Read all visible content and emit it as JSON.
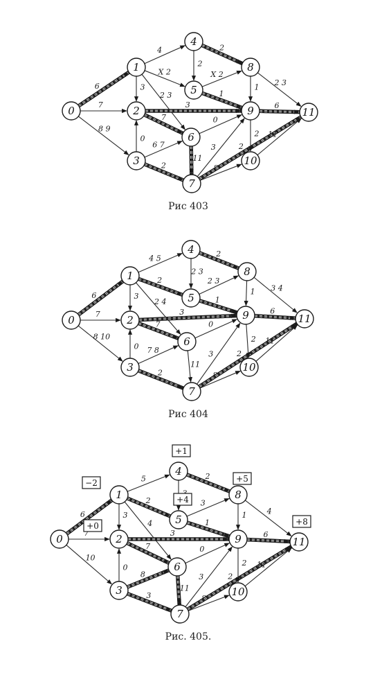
{
  "captions": {
    "fig1": "Рис 403",
    "fig2": "Рис 404",
    "fig3": "Рис. 405."
  },
  "diagrams": [
    {
      "id": "fig1",
      "nodes": [
        "0",
        "1",
        "2",
        "3",
        "4",
        "5",
        "6",
        "7",
        "8",
        "9",
        "10",
        "11"
      ],
      "edges": [
        {
          "from": "0",
          "to": "1",
          "label": "6",
          "critical": true
        },
        {
          "from": "0",
          "to": "2",
          "label": "7",
          "critical": false
        },
        {
          "from": "0",
          "to": "3",
          "label": "8 9",
          "critical": false
        },
        {
          "from": "1",
          "to": "4",
          "label": "4",
          "critical": false
        },
        {
          "from": "1",
          "to": "5",
          "label": "X 2",
          "critical": false
        },
        {
          "from": "1",
          "to": "2",
          "label": "3",
          "critical": false
        },
        {
          "from": "1",
          "to": "6",
          "label": "2 3",
          "critical": false
        },
        {
          "from": "4",
          "to": "8",
          "label": "2",
          "critical": true
        },
        {
          "from": "4",
          "to": "5",
          "label": "2",
          "critical": false
        },
        {
          "from": "5",
          "to": "8",
          "label": "X 2",
          "critical": false
        },
        {
          "from": "5",
          "to": "9",
          "label": "1",
          "critical": true
        },
        {
          "from": "8",
          "to": "9",
          "label": "1",
          "critical": false
        },
        {
          "from": "8",
          "to": "11",
          "label": "2 3",
          "critical": false
        },
        {
          "from": "2",
          "to": "9",
          "label": "3",
          "critical": true
        },
        {
          "from": "2",
          "to": "6",
          "label": "7",
          "critical": true
        },
        {
          "from": "3",
          "to": "2",
          "label": "0",
          "critical": false
        },
        {
          "from": "3",
          "to": "6",
          "label": "6 7",
          "critical": false
        },
        {
          "from": "3",
          "to": "7",
          "label": "2",
          "critical": true
        },
        {
          "from": "6",
          "to": "9",
          "label": "0",
          "critical": false
        },
        {
          "from": "6",
          "to": "7",
          "label": "11",
          "critical": true
        },
        {
          "from": "7",
          "to": "9",
          "label": "3",
          "critical": false
        },
        {
          "from": "7",
          "to": "10",
          "label": "8",
          "critical": false
        },
        {
          "from": "7",
          "to": "11",
          "label": "2",
          "critical": true
        },
        {
          "from": "9",
          "to": "11",
          "label": "6",
          "critical": true
        },
        {
          "from": "9",
          "to": "10",
          "label": "2",
          "critical": false
        },
        {
          "from": "10",
          "to": "11",
          "label": "11",
          "critical": false
        }
      ]
    },
    {
      "id": "fig2",
      "nodes": [
        "0",
        "1",
        "2",
        "3",
        "4",
        "5",
        "6",
        "7",
        "8",
        "9",
        "10",
        "11"
      ],
      "edges": [
        {
          "from": "0",
          "to": "1",
          "label": "6",
          "critical": true
        },
        {
          "from": "0",
          "to": "2",
          "label": "7",
          "critical": false
        },
        {
          "from": "0",
          "to": "3",
          "label": "8 10",
          "critical": false
        },
        {
          "from": "1",
          "to": "4",
          "label": "4 5",
          "critical": false
        },
        {
          "from": "1",
          "to": "5",
          "label": "2",
          "critical": true
        },
        {
          "from": "1",
          "to": "2",
          "label": "3",
          "critical": false
        },
        {
          "from": "1",
          "to": "6",
          "label": "2 4",
          "critical": false
        },
        {
          "from": "4",
          "to": "8",
          "label": "2",
          "critical": true
        },
        {
          "from": "4",
          "to": "5",
          "label": "2 3",
          "critical": false
        },
        {
          "from": "5",
          "to": "8",
          "label": "2 3",
          "critical": false
        },
        {
          "from": "5",
          "to": "9",
          "label": "1",
          "critical": true
        },
        {
          "from": "8",
          "to": "9",
          "label": "1",
          "critical": false
        },
        {
          "from": "8",
          "to": "11",
          "label": "3 4",
          "critical": false
        },
        {
          "from": "2",
          "to": "9",
          "label": "3",
          "critical": true
        },
        {
          "from": "2",
          "to": "6",
          "label": "7",
          "critical": true
        },
        {
          "from": "3",
          "to": "2",
          "label": "0",
          "critical": false
        },
        {
          "from": "3",
          "to": "6",
          "label": "7 8",
          "critical": false
        },
        {
          "from": "3",
          "to": "7",
          "label": "2",
          "critical": true
        },
        {
          "from": "6",
          "to": "9",
          "label": "0",
          "critical": false
        },
        {
          "from": "6",
          "to": "7",
          "label": "11",
          "critical": false
        },
        {
          "from": "7",
          "to": "9",
          "label": "3",
          "critical": false
        },
        {
          "from": "7",
          "to": "10",
          "label": "8",
          "critical": false
        },
        {
          "from": "7",
          "to": "11",
          "label": "2",
          "critical": true
        },
        {
          "from": "9",
          "to": "11",
          "label": "6",
          "critical": true
        },
        {
          "from": "9",
          "to": "10",
          "label": "2",
          "critical": false
        },
        {
          "from": "10",
          "to": "11",
          "label": "11",
          "critical": false
        }
      ]
    },
    {
      "id": "fig3",
      "nodes": [
        "0",
        "1",
        "2",
        "3",
        "4",
        "5",
        "6",
        "7",
        "8",
        "9",
        "10",
        "11"
      ],
      "boxes": [
        "+1",
        "−2",
        "+5",
        "+4",
        "+0",
        "+8"
      ],
      "edges": [
        {
          "from": "0",
          "to": "1",
          "label": "6",
          "critical": true
        },
        {
          "from": "0",
          "to": "2",
          "label": "7",
          "critical": false
        },
        {
          "from": "0",
          "to": "3",
          "label": "10",
          "critical": false
        },
        {
          "from": "1",
          "to": "4",
          "label": "5",
          "critical": false
        },
        {
          "from": "1",
          "to": "5",
          "label": "2",
          "critical": true
        },
        {
          "from": "1",
          "to": "2",
          "label": "3",
          "critical": false
        },
        {
          "from": "1",
          "to": "6",
          "label": "4",
          "critical": false
        },
        {
          "from": "4",
          "to": "8",
          "label": "2",
          "critical": true
        },
        {
          "from": "4",
          "to": "5",
          "label": "3",
          "critical": false
        },
        {
          "from": "5",
          "to": "8",
          "label": "3",
          "critical": false
        },
        {
          "from": "5",
          "to": "9",
          "label": "1",
          "critical": true
        },
        {
          "from": "8",
          "to": "9",
          "label": "1",
          "critical": false
        },
        {
          "from": "8",
          "to": "11",
          "label": "4",
          "critical": false
        },
        {
          "from": "2",
          "to": "9",
          "label": "3",
          "critical": true
        },
        {
          "from": "2",
          "to": "6",
          "label": "7",
          "critical": true
        },
        {
          "from": "3",
          "to": "2",
          "label": "0",
          "critical": false
        },
        {
          "from": "3",
          "to": "6",
          "label": "8",
          "critical": true
        },
        {
          "from": "3",
          "to": "7",
          "label": "3",
          "critical": true
        },
        {
          "from": "6",
          "to": "9",
          "label": "0",
          "critical": false
        },
        {
          "from": "6",
          "to": "7",
          "label": "11",
          "critical": true
        },
        {
          "from": "7",
          "to": "9",
          "label": "3",
          "critical": false
        },
        {
          "from": "7",
          "to": "10",
          "label": "8",
          "critical": false
        },
        {
          "from": "7",
          "to": "11",
          "label": "2",
          "critical": true
        },
        {
          "from": "9",
          "to": "11",
          "label": "6",
          "critical": true
        },
        {
          "from": "9",
          "to": "10",
          "label": "2",
          "critical": false
        },
        {
          "from": "10",
          "to": "11",
          "label": "11",
          "critical": false
        }
      ]
    }
  ],
  "colors": {
    "ink": "#1a1a1a",
    "paper": "#ffffff"
  }
}
